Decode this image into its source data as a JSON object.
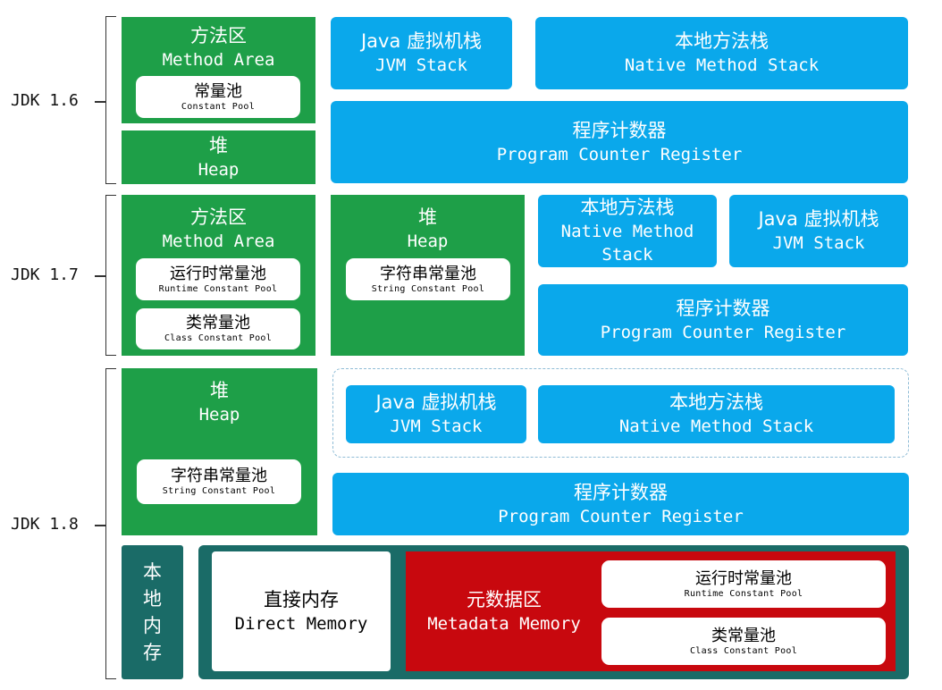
{
  "jdk16": {
    "label": "JDK 1.6",
    "method_area": {
      "zh": "方法区",
      "en": "Method Area",
      "pool": {
        "zh": "常量池",
        "en": "Constant Pool"
      }
    },
    "heap": {
      "zh": "堆",
      "en": "Heap"
    },
    "jvm_stack": {
      "zh": "Java 虚拟机栈",
      "en": "JVM Stack"
    },
    "native_stack": {
      "zh": "本地方法栈",
      "en": "Native Method Stack"
    },
    "pc": {
      "zh": "程序计数器",
      "en": "Program Counter Register"
    }
  },
  "jdk17": {
    "label": "JDK 1.7",
    "method_area": {
      "zh": "方法区",
      "en": "Method Area",
      "runtime_pool": {
        "zh": "运行时常量池",
        "en": "Runtime Constant Pool"
      },
      "class_pool": {
        "zh": "类常量池",
        "en": "Class Constant Pool"
      }
    },
    "heap": {
      "zh": "堆",
      "en": "Heap",
      "string_pool": {
        "zh": "字符串常量池",
        "en": "String Constant Pool"
      }
    },
    "native_stack": {
      "zh": "本地方法栈",
      "en": "Native Method Stack"
    },
    "jvm_stack": {
      "zh": "Java 虚拟机栈",
      "en": "JVM Stack"
    },
    "pc": {
      "zh": "程序计数器",
      "en": "Program Counter Register"
    }
  },
  "jdk18": {
    "label": "JDK 1.8",
    "heap": {
      "zh": "堆",
      "en": "Heap",
      "string_pool": {
        "zh": "字符串常量池",
        "en": "String Constant Pool"
      }
    },
    "jvm_stack": {
      "zh": "Java 虚拟机栈",
      "en": "JVM Stack"
    },
    "native_stack": {
      "zh": "本地方法栈",
      "en": "Native Method Stack"
    },
    "pc": {
      "zh": "程序计数器",
      "en": "Program Counter Register"
    },
    "local_memory": {
      "zh": "本地内存"
    },
    "direct_memory": {
      "zh": "直接内存",
      "en": "Direct Memory"
    },
    "metadata": {
      "zh": "元数据区",
      "en": "Metadata Memory",
      "runtime_pool": {
        "zh": "运行时常量池",
        "en": "Runtime Constant Pool"
      },
      "class_pool": {
        "zh": "类常量池",
        "en": "Class Constant Pool"
      }
    }
  },
  "colors": {
    "method_area": "#1e9f48",
    "thread": "#0aa8eb",
    "local_memory": "#1a6b67",
    "metadata": "#c8080e"
  }
}
